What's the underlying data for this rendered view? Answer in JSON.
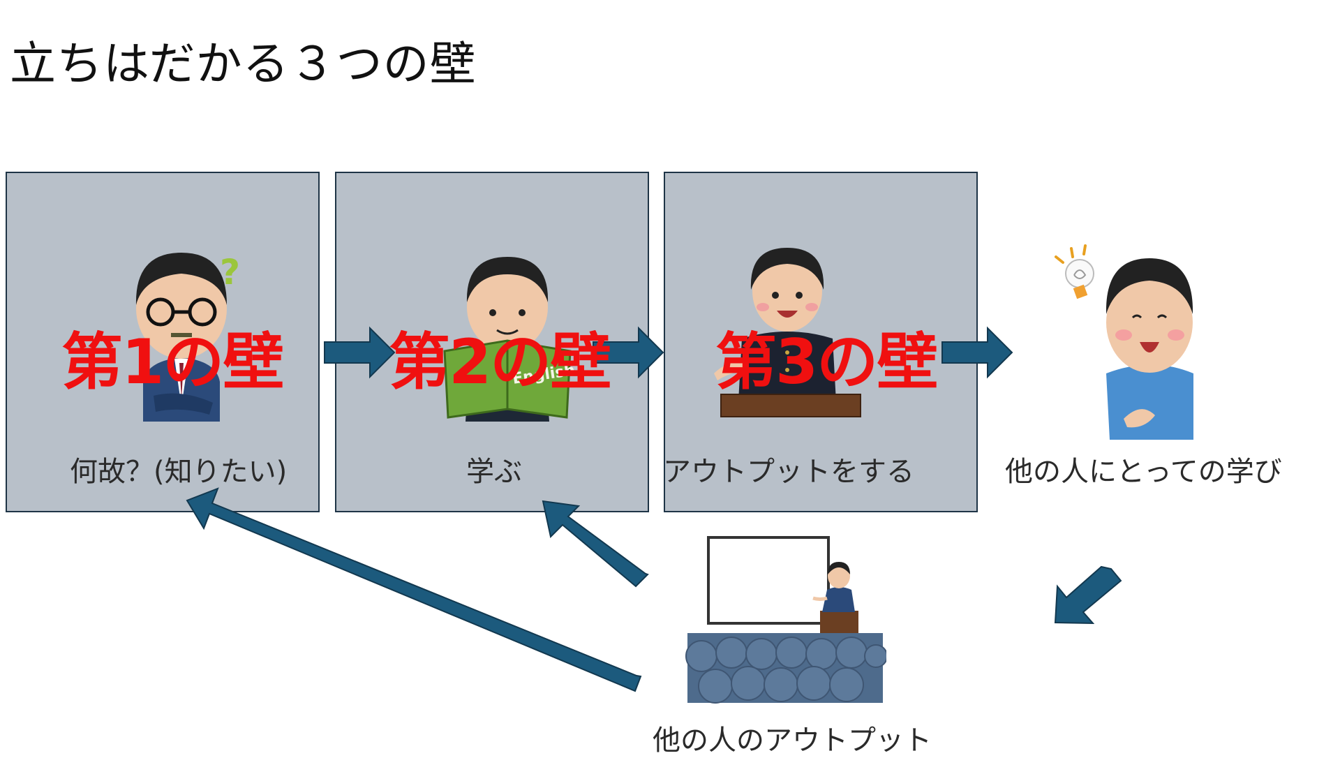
{
  "title": "立ちはだかる３つの壁",
  "walls": [
    {
      "label": "第1の壁",
      "caption": "何故？(知りたい)"
    },
    {
      "label": "第2の壁",
      "caption": "学ぶ"
    },
    {
      "label": "第3の壁",
      "caption": "アウトプットをする"
    }
  ],
  "outcome_caption": "他の人にとっての学び",
  "others_caption": "他の人のアウトプット",
  "book_text": "English",
  "colors": {
    "panel": "#b8c0c9",
    "panel_border": "#1e3446",
    "arrow": "#1c5a7d",
    "wall_label": "#f01010"
  }
}
